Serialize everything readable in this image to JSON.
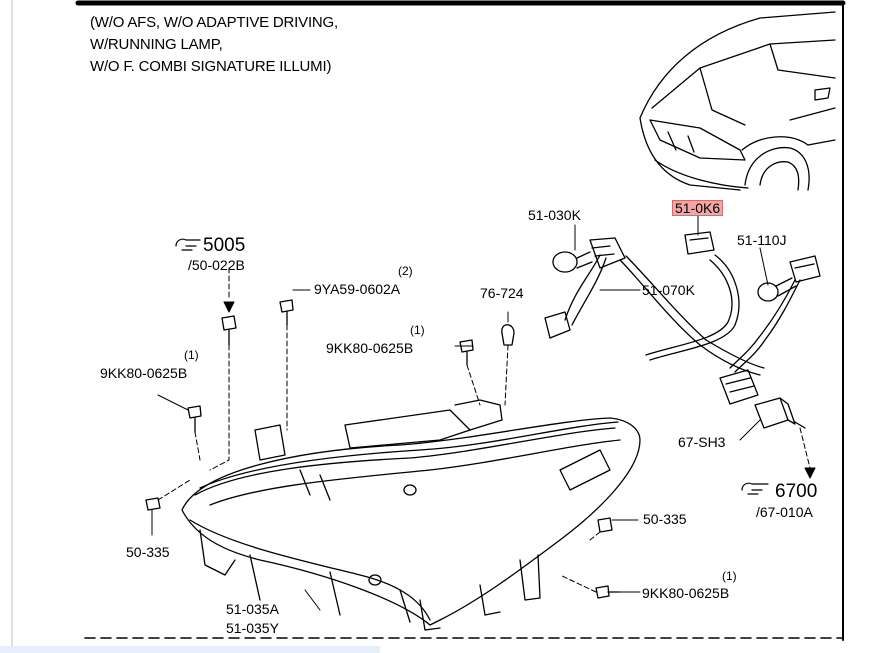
{
  "note_lines": [
    "(W/O AFS, W/O ADAPTIVE DRIVING,",
    " W/RUNNING LAMP,",
    " W/O F. COMBI SIGNATURE ILLUMI)"
  ],
  "labels": {
    "ref_5005": "5005",
    "ref_5005_sub": "/50-022B",
    "part_9ya59": "9YA59-0602A",
    "qty_9ya59": "(2)",
    "part_76724": "76-724",
    "part_9kk80_mid": "9KK80-0625B",
    "qty_9kk80_mid": "(1)",
    "part_9kk80_left": "9KK80-0625B",
    "qty_9kk80_left": "(1)",
    "part_51030k": "51-030K",
    "part_510k6": "51-0K6",
    "part_51110j": "51-110J",
    "part_51070k": "51-070K",
    "part_67sh3": "67-SH3",
    "ref_6700": "6700",
    "ref_6700_sub": "/67-010A",
    "part_50335_left": "50-335",
    "part_50335_right": "50-335",
    "part_9kk80_bottom": "9KK80-0625B",
    "qty_9kk80_bottom": "(1)",
    "part_51035a": "51-035A",
    "part_51035y": "51-035Y"
  },
  "colors": {
    "line": "#000000",
    "highlight_fill": "#f2a7a7",
    "highlight_border": "#d46a6a",
    "left_border": "#bfbfbf"
  },
  "icons": [
    "hand-pointer-icon"
  ]
}
